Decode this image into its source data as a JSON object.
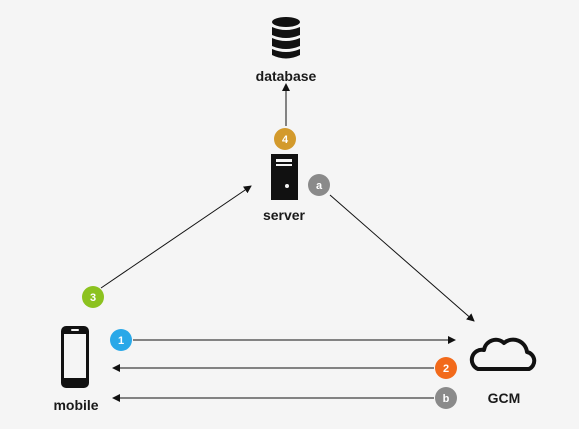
{
  "nodes": {
    "database": {
      "label": "database",
      "icon": "database-icon"
    },
    "server": {
      "label": "server",
      "icon": "server-icon"
    },
    "mobile": {
      "label": "mobile",
      "icon": "mobile-phone-icon"
    },
    "gcm": {
      "label": "GCM",
      "icon": "cloud-icon"
    }
  },
  "steps": [
    {
      "id": "1",
      "label": "1",
      "color": "#29a8e8"
    },
    {
      "id": "2",
      "label": "2",
      "color": "#f26a1b"
    },
    {
      "id": "3",
      "label": "3",
      "color": "#8cc21f"
    },
    {
      "id": "4",
      "label": "4",
      "color": "#d39a2c"
    },
    {
      "id": "a",
      "label": "a",
      "color": "#8a8a8a"
    },
    {
      "id": "b",
      "label": "b",
      "color": "#8a8a8a"
    }
  ],
  "colors": {
    "background": "#f5f5f5",
    "line": "#111111",
    "icon": "#111111"
  }
}
